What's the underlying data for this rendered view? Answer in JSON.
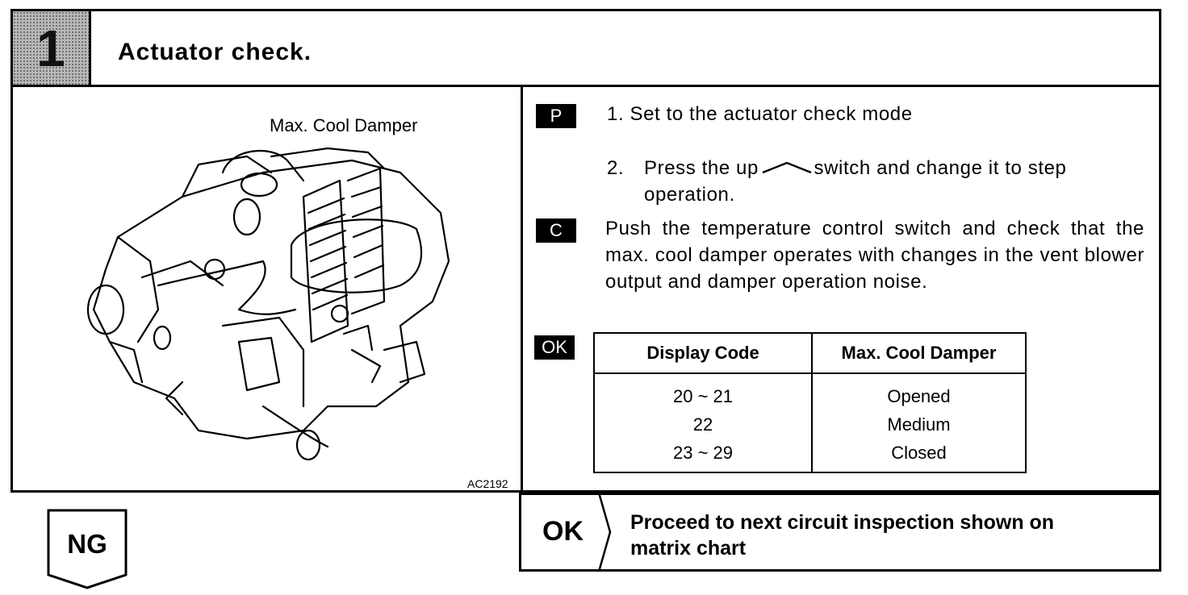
{
  "header": {
    "step_number": "1",
    "title": "Actuator check."
  },
  "illustration": {
    "label": "Max. Cool Damper",
    "ref_code": "AC2192"
  },
  "procedure": {
    "badge_p": "P",
    "step1": "1.  Set to the actuator check mode",
    "step2_num": "2.",
    "step2_a": "Press the up",
    "step2_b": "switch and change it to step operation.",
    "badge_c": "C",
    "check_text": "Push the temperature control switch and check that the max. cool damper operates with changes in the vent blower output and damper operation noise.",
    "badge_ok": "OK"
  },
  "table": {
    "headers": [
      "Display Code",
      "Max. Cool Damper"
    ],
    "rows": [
      [
        "20 ~ 21",
        "Opened"
      ],
      [
        "22",
        "Medium"
      ],
      [
        "23 ~ 29",
        "Closed"
      ]
    ]
  },
  "result_ok": {
    "label": "OK",
    "text_line1": "Proceed to next circuit inspection shown on",
    "text_line2": "matrix chart"
  },
  "result_ng": {
    "label": "NG"
  }
}
